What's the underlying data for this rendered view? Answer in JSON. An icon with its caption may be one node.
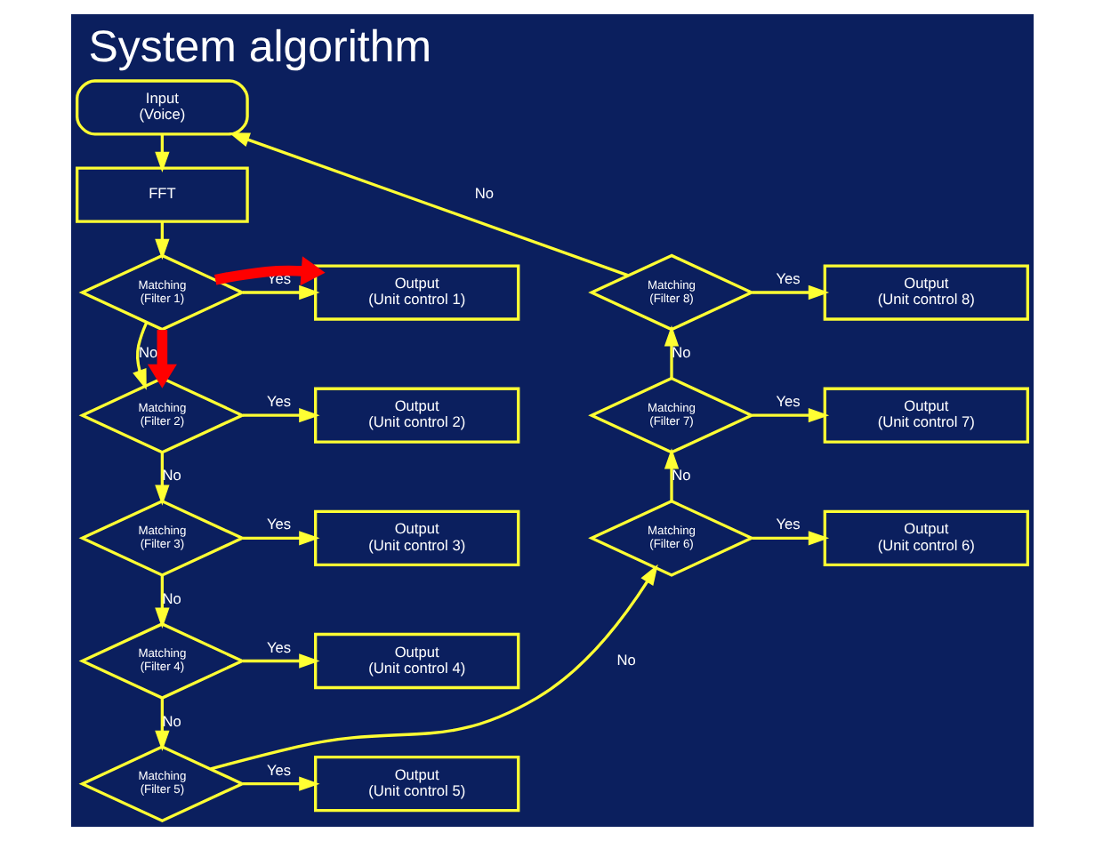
{
  "diagram": {
    "title": "System algorithm",
    "nodes": [
      {
        "text": [
          "Input",
          "(Voice)"
        ]
      },
      {
        "text": [
          "FFT"
        ]
      },
      {
        "text": [
          "Matching",
          "(Filter 1)"
        ]
      },
      {
        "text": [
          "Matching",
          "(Filter 2)"
        ]
      },
      {
        "text": [
          "Matching",
          "(Filter 3)"
        ]
      },
      {
        "text": [
          "Matching",
          "(Filter 4)"
        ]
      },
      {
        "text": [
          "Matching",
          "(Filter 5)"
        ]
      },
      {
        "text": [
          "Matching",
          "(Filter 6)"
        ]
      },
      {
        "text": [
          "Matching",
          "(Filter 7)"
        ]
      },
      {
        "text": [
          "Matching",
          "(Filter 8)"
        ]
      },
      {
        "text": [
          "Output",
          "(Unit control 1)"
        ]
      },
      {
        "text": [
          "Output",
          "(Unit control 2)"
        ]
      },
      {
        "text": [
          "Output",
          "(Unit control 3)"
        ]
      },
      {
        "text": [
          "Output",
          "(Unit control 4)"
        ]
      },
      {
        "text": [
          "Output",
          "(Unit control 5)"
        ]
      },
      {
        "text": [
          "Output",
          "(Unit control 6)"
        ]
      },
      {
        "text": [
          "Output",
          "(Unit control 7)"
        ]
      },
      {
        "text": [
          "Output",
          "(Unit control 8)"
        ]
      }
    ],
    "edges": [
      {
        "from": 0,
        "to": 1,
        "arrow": "to"
      },
      {
        "from": 1,
        "to": 2,
        "arrow": "to"
      },
      {
        "from": 2,
        "to": 10,
        "arrow": "to",
        "label": "Yes"
      },
      {
        "from": 2,
        "to": 10,
        "arrow": "to",
        "style": "thick",
        "color": "#ff0000"
      },
      {
        "from": 2,
        "to": 3,
        "arrow": "to",
        "label": "No"
      },
      {
        "from": 2,
        "to": 3,
        "arrow": "to",
        "style": "thick",
        "color": "#ff0000"
      },
      {
        "from": 3,
        "to": 11,
        "arrow": "to",
        "label": "Yes"
      },
      {
        "from": 3,
        "to": 4,
        "arrow": "to",
        "label": "No"
      },
      {
        "from": 4,
        "to": 12,
        "arrow": "to",
        "label": "Yes"
      },
      {
        "from": 4,
        "to": 5,
        "arrow": "to",
        "label": "No"
      },
      {
        "from": 5,
        "to": 13,
        "arrow": "to",
        "label": "Yes"
      },
      {
        "from": 5,
        "to": 6,
        "arrow": "to",
        "label": "No"
      },
      {
        "from": 6,
        "to": 14,
        "arrow": "to",
        "label": "Yes"
      },
      {
        "from": 6,
        "to": 7,
        "arrow": "to",
        "label": "No"
      },
      {
        "from": 7,
        "to": 15,
        "arrow": "to",
        "label": "Yes"
      },
      {
        "from": 7,
        "to": 8,
        "arrow": "to",
        "label": "No"
      },
      {
        "from": 8,
        "to": 16,
        "arrow": "to",
        "label": "Yes"
      },
      {
        "from": 8,
        "to": 9,
        "arrow": "to",
        "label": "No"
      },
      {
        "from": 9,
        "to": 17,
        "arrow": "to",
        "label": "Yes"
      },
      {
        "from": 9,
        "to": 0,
        "arrow": "to",
        "label": "No"
      }
    ]
  }
}
